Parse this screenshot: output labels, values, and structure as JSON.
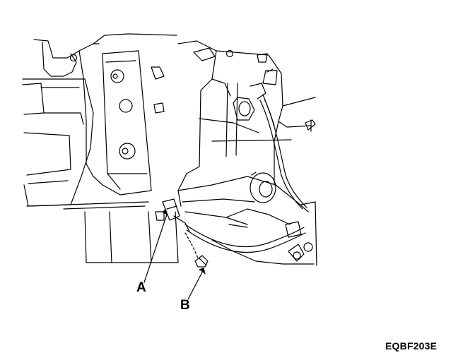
{
  "callouts": {
    "a": "A",
    "b": "B"
  },
  "figure_code": "EQBF203E",
  "colors": {
    "ink": "#000000",
    "paper": "#ffffff"
  }
}
